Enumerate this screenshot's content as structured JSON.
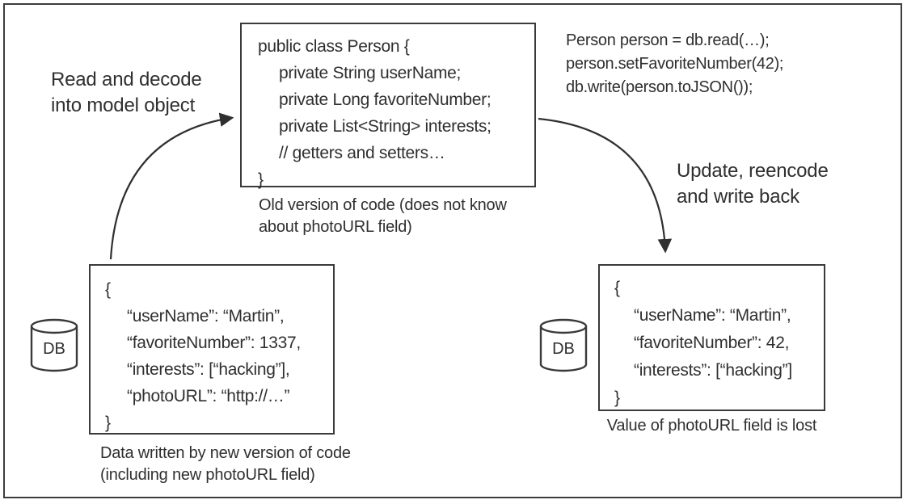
{
  "colors": {
    "ink": "#2f2f2f",
    "border": "#3a3a3a",
    "background": "#ffffff"
  },
  "class_box": {
    "lines": [
      "public class Person {",
      "private String userName;",
      "private Long favoriteNumber;",
      "private List<String> interests;",
      "// getters and setters…",
      "}"
    ],
    "caption": [
      "Old version of code (does not know",
      "about photoURL field)"
    ]
  },
  "update_code": {
    "lines": [
      "Person person = db.read(…);",
      "person.setFavoriteNumber(42);",
      "db.write(person.toJSON());"
    ]
  },
  "read_arrow": {
    "label": [
      "Read and decode",
      "into model object"
    ]
  },
  "write_arrow": {
    "label": [
      "Update, reencode",
      "and write back"
    ]
  },
  "db_left": {
    "label": "DB",
    "json_lines": [
      "{",
      "“userName”: “Martin”,",
      "“favoriteNumber”: 1337,",
      "“interests”: [“hacking”],",
      "“photoURL”: “http://…”",
      "}"
    ],
    "caption": [
      "Data written by new version of code",
      "(including new photoURL field)"
    ]
  },
  "db_right": {
    "label": "DB",
    "json_lines": [
      "{",
      "“userName”: “Martin”,",
      "“favoriteNumber”: 42,",
      "“interests”: [“hacking”]",
      "}"
    ],
    "caption": "Value of photoURL field is lost"
  }
}
